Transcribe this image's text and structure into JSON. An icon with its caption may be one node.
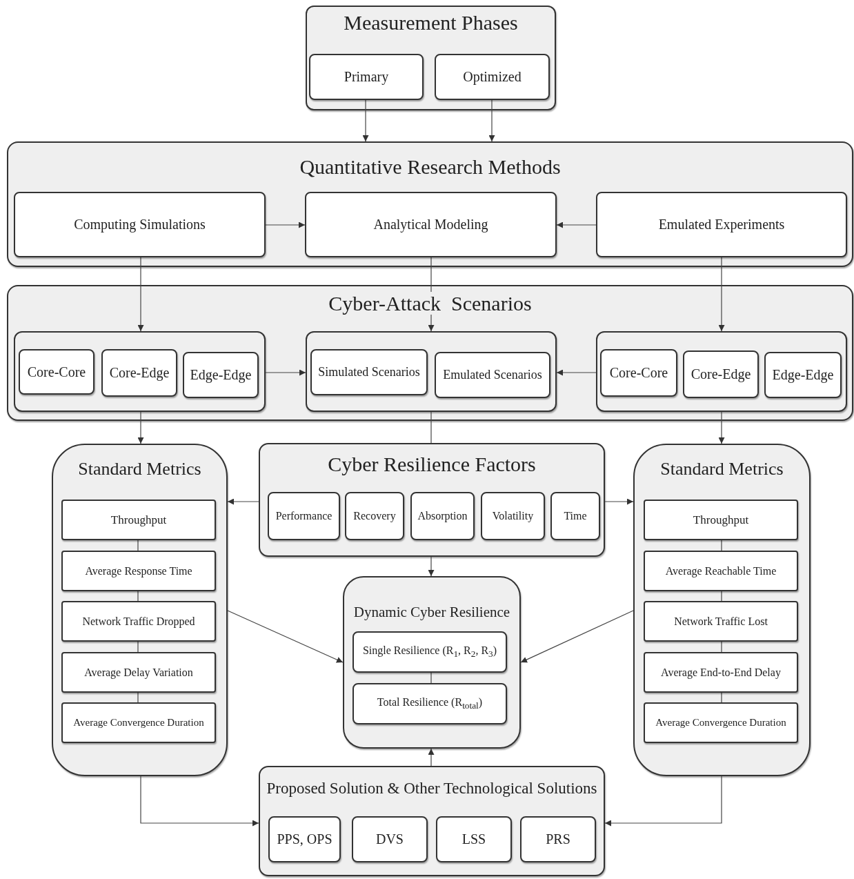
{
  "diagram": {
    "nodes": [
      {
        "text": [
          "Measurement Phases"
        ]
      },
      {
        "text": [
          "Primary"
        ],
        "in": 0
      },
      {
        "text": [
          "Optimized"
        ],
        "in": 0
      },
      {
        "text": [
          "Quantitative Research Methods"
        ]
      },
      {
        "text": [
          "Computing Simulations"
        ],
        "in": 3
      },
      {
        "text": [
          "Analytical Modeling"
        ],
        "in": 3
      },
      {
        "text": [
          "Emulated Experiments"
        ],
        "in": 3
      },
      {
        "text": [
          "Cyber-Attack  Scenarios"
        ]
      },
      {
        "text": [],
        "shape": "box",
        "in": 7
      },
      {
        "text": [
          "Core-Core"
        ],
        "in": 8
      },
      {
        "text": [
          "Core-Edge"
        ],
        "in": 8
      },
      {
        "text": [
          "Edge-Edge"
        ],
        "in": 8
      },
      {
        "text": [],
        "shape": "box",
        "in": 7
      },
      {
        "text": [
          "Simulated Scenarios"
        ],
        "in": 12
      },
      {
        "text": [
          "Emulated Scenarios"
        ],
        "in": 12
      },
      {
        "text": [],
        "shape": "box",
        "in": 7
      },
      {
        "text": [
          "Core-Core"
        ],
        "in": 15
      },
      {
        "text": [
          "Core-Edge"
        ],
        "in": 15
      },
      {
        "text": [
          "Edge-Edge"
        ],
        "in": 15
      },
      {
        "text": [
          "Standard Metrics"
        ]
      },
      {
        "text": [
          "Throughput"
        ],
        "in": 19
      },
      {
        "text": [
          "Average Response Time"
        ],
        "in": 19
      },
      {
        "text": [
          "Network Traffic Dropped"
        ],
        "in": 19
      },
      {
        "text": [
          "Average Delay Variation"
        ],
        "in": 19
      },
      {
        "text": [
          "Average Convergence Duration"
        ],
        "in": 19
      },
      {
        "text": [
          "Cyber Resilience Factors"
        ]
      },
      {
        "text": [
          "Performance"
        ],
        "in": 25
      },
      {
        "text": [
          "Recovery"
        ],
        "in": 25
      },
      {
        "text": [
          "Absorption"
        ],
        "in": 25
      },
      {
        "text": [
          "Volatility"
        ],
        "in": 25
      },
      {
        "text": [
          "Time"
        ],
        "in": 25
      },
      {
        "text": [
          "Standard Metrics"
        ]
      },
      {
        "text": [
          "Throughput"
        ],
        "in": 31
      },
      {
        "text": [
          "Average Reachable Time"
        ],
        "in": 31
      },
      {
        "text": [
          "Network Traffic Lost"
        ],
        "in": 31
      },
      {
        "text": [
          "Average End-to-End Delay"
        ],
        "in": 31
      },
      {
        "text": [
          "Average Convergence Duration"
        ],
        "in": 31
      },
      {
        "text": [
          "Dynamic Cyber Resilience"
        ]
      },
      {
        "text": [
          "Single Resilience (R$_{1}$, R$_{2}$, R$_{3}$)"
        ],
        "in": 37
      },
      {
        "text": [
          "Total Resilience (R$_{total}$)"
        ],
        "in": 37
      },
      {
        "text": [
          "Proposed Solution & Other Technological Solutions"
        ]
      },
      {
        "text": [
          "PPS, OPS"
        ],
        "in": 40
      },
      {
        "text": [
          "DVS"
        ],
        "in": 40
      },
      {
        "text": [
          "LSS"
        ],
        "in": 40
      },
      {
        "text": [
          "PRS"
        ],
        "in": 40
      }
    ],
    "edges": [
      {
        "from": 1,
        "to": 3,
        "arrow": "to"
      },
      {
        "from": 2,
        "to": 3,
        "arrow": "to"
      },
      {
        "from": 4,
        "to": 5,
        "arrow": "to"
      },
      {
        "from": 6,
        "to": 5,
        "arrow": "to"
      },
      {
        "from": 4,
        "to": 8,
        "arrow": "to"
      },
      {
        "from": 5,
        "to": 12,
        "arrow": "to"
      },
      {
        "from": 6,
        "to": 15,
        "arrow": "to"
      },
      {
        "from": 8,
        "to": 12,
        "arrow": "to"
      },
      {
        "from": 15,
        "to": 12,
        "arrow": "to"
      },
      {
        "from": 8,
        "to": 19,
        "arrow": "to"
      },
      {
        "from": 15,
        "to": 31,
        "arrow": "to"
      },
      {
        "from": 12,
        "to": 25,
        "arrow": "none"
      },
      {
        "from": 25,
        "to": 19,
        "arrow": "to"
      },
      {
        "from": 25,
        "to": 31,
        "arrow": "to"
      },
      {
        "from": 25,
        "to": 37,
        "arrow": "to"
      },
      {
        "from": 19,
        "to": 37,
        "arrow": "to"
      },
      {
        "from": 31,
        "to": 37,
        "arrow": "to"
      },
      {
        "from": 19,
        "to": 40,
        "arrow": "to"
      },
      {
        "from": 31,
        "to": 40,
        "arrow": "to"
      },
      {
        "from": 40,
        "to": 37,
        "arrow": "to"
      },
      {
        "from": 20,
        "to": 21,
        "arrow": "none"
      },
      {
        "from": 21,
        "to": 22,
        "arrow": "none"
      },
      {
        "from": 22,
        "to": 23,
        "arrow": "none"
      },
      {
        "from": 23,
        "to": 24,
        "arrow": "none"
      },
      {
        "from": 32,
        "to": 33,
        "arrow": "none"
      },
      {
        "from": 33,
        "to": 34,
        "arrow": "none"
      },
      {
        "from": 34,
        "to": 35,
        "arrow": "none"
      },
      {
        "from": 35,
        "to": 36,
        "arrow": "none"
      },
      {
        "from": 38,
        "to": 39,
        "arrow": "none"
      }
    ]
  }
}
